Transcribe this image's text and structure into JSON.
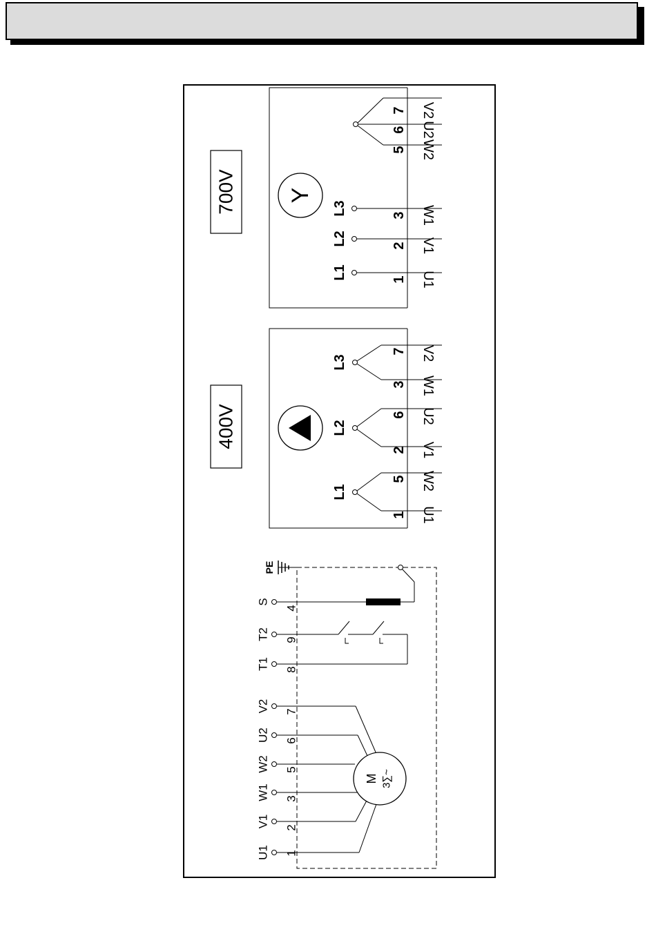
{
  "header": {
    "title": ""
  },
  "voltage_700": "700V",
  "voltage_400": "400V",
  "star_symbol": "Y",
  "delta_symbol_icon": "delta-triangle-icon",
  "star_box": {
    "lines": [
      "L1",
      "L2",
      "L3"
    ],
    "terminals_bottom": [
      "1",
      "2",
      "3"
    ],
    "windings_bottom": [
      "U1",
      "V1",
      "W1"
    ],
    "terminals_top": [
      "5",
      "6",
      "7"
    ],
    "windings_top": [
      "W2",
      "U2",
      "V2"
    ]
  },
  "delta_box": {
    "lines": [
      "L1",
      "L2",
      "L3"
    ],
    "terminals": [
      "1",
      "5",
      "2",
      "6",
      "3",
      "7"
    ],
    "windings": [
      "U1",
      "W2",
      "V1",
      "U2",
      "W1",
      "V2"
    ]
  },
  "schematic": {
    "terminals": [
      {
        "label": "U1",
        "num": "1"
      },
      {
        "label": "V1",
        "num": "2"
      },
      {
        "label": "W1",
        "num": "3"
      },
      {
        "label": "W2",
        "num": "5"
      },
      {
        "label": "U2",
        "num": "6"
      },
      {
        "label": "V2",
        "num": "7"
      },
      {
        "label": "T1",
        "num": "8"
      },
      {
        "label": "T2",
        "num": "9"
      },
      {
        "label": "S",
        "num": "4"
      }
    ],
    "pe_label": "PE",
    "motor_label": "M",
    "motor_sub": "3∑~"
  }
}
